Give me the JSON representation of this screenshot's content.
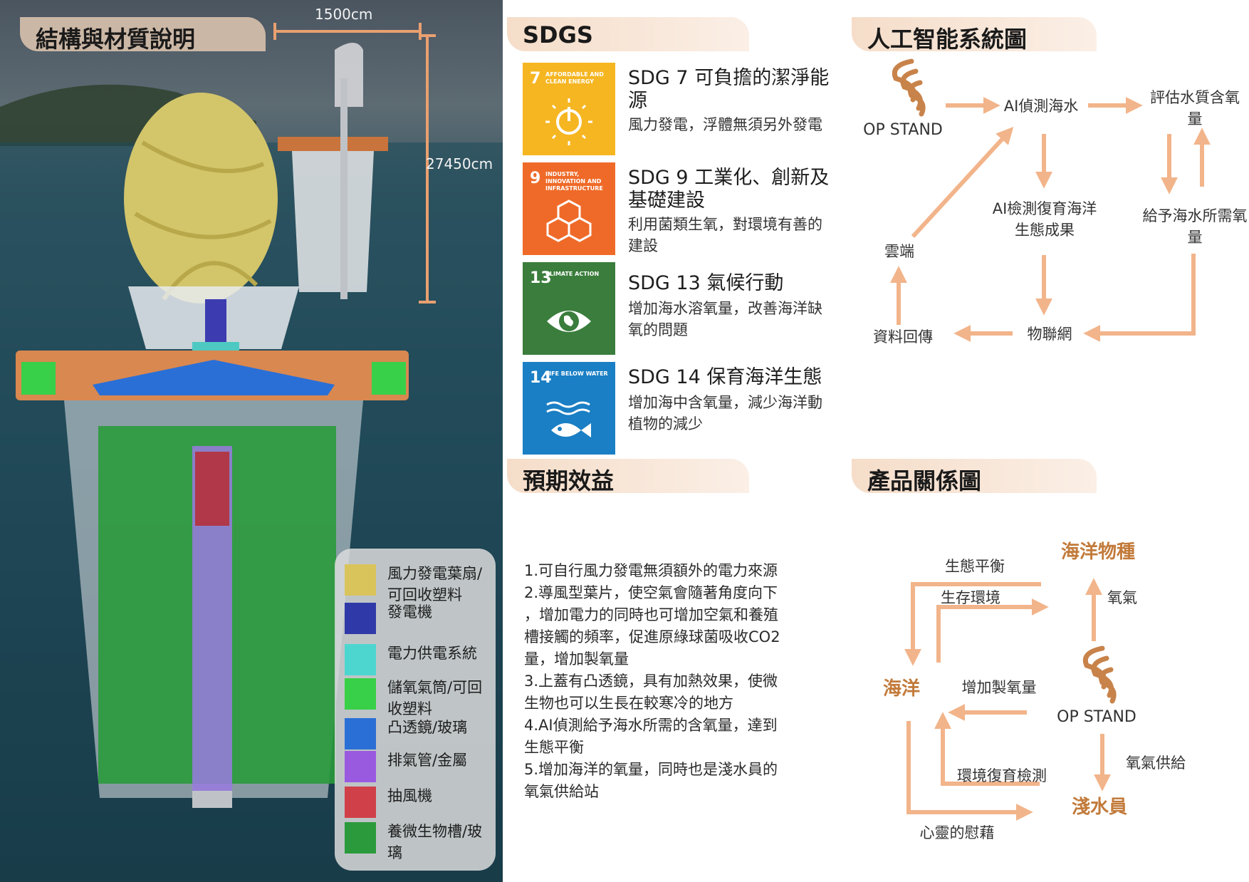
{
  "left": {
    "title": "結構與材質說明",
    "dim_width": "1500cm",
    "dim_height": "27450cm",
    "legend": [
      {
        "label": "風力發電葉扇/可回收塑料",
        "color": "#d9c45c"
      },
      {
        "label": "發電機",
        "color": "#2f3aa8"
      },
      {
        "label": "電力供電系統",
        "color": "#4dd6d0"
      },
      {
        "label": "儲氧氣筒/可回收塑料",
        "color": "#38d048"
      },
      {
        "label": "凸透鏡/玻璃",
        "color": "#2a6fd6"
      },
      {
        "label": "排氣管/金屬",
        "color": "#9a5ae0"
      },
      {
        "label": "抽風機",
        "color": "#d04048"
      },
      {
        "label": "養微生物槽/玻璃",
        "color": "#2a9a3c"
      }
    ]
  },
  "sdgs": {
    "heading": "SDGS",
    "items": [
      {
        "num": "7",
        "small": "AFFORDABLE AND CLEAN ENERGY",
        "color": "#f5b622",
        "icon": "power-icon",
        "title": "SDG 7 可負擔的潔淨能源",
        "desc": "風力發電，浮體無須另外發電"
      },
      {
        "num": "9",
        "small": "INDUSTRY, INNOVATION AND INFRASTRUCTURE",
        "color": "#ef6a28",
        "icon": "cubes-icon",
        "title": "SDG 9 工業化、創新及基礎建設",
        "desc": "利用菌類生氧，對環境有善的建設"
      },
      {
        "num": "13",
        "small": "CLIMATE ACTION",
        "color": "#3a7d3c",
        "icon": "eye-globe-icon",
        "title": "SDG 13 氣候行動",
        "desc": "增加海水溶氧量，改善海洋缺氧的問題"
      },
      {
        "num": "14",
        "small": "LIFE BELOW WATER",
        "color": "#1a7fc4",
        "icon": "fish-icon",
        "title": "SDG 14 保育海洋生態",
        "desc": "增加海中含氧量，減少海洋動植物的減少"
      }
    ]
  },
  "benefits": {
    "heading": "預期效益",
    "lines": [
      "1.可自行風力發電無須額外的電力來源",
      "2.導風型葉片，使空氣會隨著角度向下",
      "，增加電力的同時也可增加空氣和養殖",
      "槽接觸的頻率，促進原綠球菌吸收CO2",
      "量，增加製氧量",
      "3.上蓋有凸透鏡，具有加熱效果，使微",
      "生物也可以生長在較寒冷的地方",
      "4.AI偵測給予海水所需的含氧量，達到",
      "生態平衡",
      "5.增加海洋的氧量，同時也是淺水員的",
      "氧氣供給站"
    ]
  },
  "ai": {
    "heading": "人工智能系統圖",
    "brand": "OP STAND",
    "detect": "AI偵測海水",
    "evaluate": "評估水質含氧量",
    "monitor": "AI檢測復育海洋生態成果",
    "give": "給予海水所需氧量",
    "cloud": "雲端",
    "upload": "資料回傳",
    "iot": "物聯網"
  },
  "product": {
    "heading": "產品關係圖",
    "species": "海洋物種",
    "balance": "生態平衡",
    "habitat": "生存環境",
    "oxygen": "氧氣",
    "ocean": "海洋",
    "increase": "增加製氧量",
    "brand": "OP STAND",
    "restore": "環境復育檢測",
    "supply": "氧氣供給",
    "diver": "淺水員",
    "comfort": "心靈的慰藉"
  },
  "colors": {
    "arrow": "#f2b48a",
    "tab": "#f8e4d5",
    "accent": "#c27a3a"
  }
}
